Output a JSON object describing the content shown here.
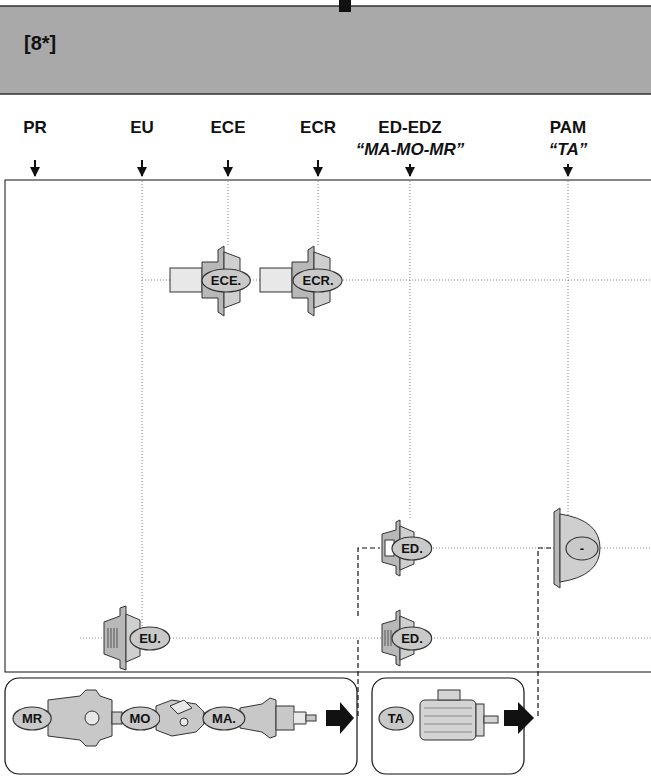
{
  "diagram": {
    "title": "[8*]",
    "nodes": [
      {
        "text": [
          "ECE."
        ]
      },
      {
        "text": [
          "ECR."
        ]
      },
      {
        "text": [
          "ED."
        ]
      },
      {
        "text": [
          "-"
        ]
      },
      {
        "text": [
          "ED."
        ]
      },
      {
        "text": [
          "EU."
        ]
      },
      {
        "text": [
          "MR"
        ]
      },
      {
        "text": [
          "MO"
        ]
      },
      {
        "text": [
          "MA."
        ]
      },
      {
        "text": [
          "TA"
        ]
      }
    ],
    "labels": [
      "PR",
      "EU",
      "ECE",
      "ECR",
      "ED-EDZ",
      "“MA-MO-MR”",
      "PAM",
      "“TA”"
    ]
  }
}
